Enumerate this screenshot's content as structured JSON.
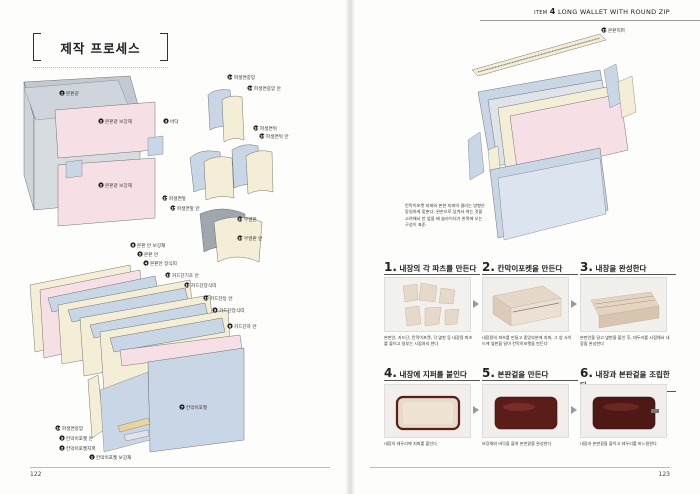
{
  "header": {
    "item_label": "ITEM",
    "item_number": "4",
    "item_title": "LONG WALLET WITH ROUND ZIP"
  },
  "left_page": {
    "title": "제작 프로세스",
    "page_number": "122",
    "diagram1": {
      "labels": [
        "본판겉",
        "본판겉 보강재",
        "바닥",
        "본판겉 보강재"
      ],
      "numbers": [
        "1",
        "2",
        "3",
        "2"
      ]
    },
    "diagram2": {
      "labels": [
        "파생면중앙",
        "파생면중앙 안",
        "파생면앞",
        "파생면앞 안",
        "파생면뒤",
        "파생면뒤 안",
        "무옆판",
        "무옆판 안"
      ],
      "numbers": [
        "14",
        "14",
        "15",
        "15",
        "16",
        "16",
        "10",
        "10"
      ]
    },
    "diagram3": {
      "labels": [
        "본판 안 보강재",
        "본판 안",
        "본판안 장식띠",
        "카드단기초 안",
        "카드단장식띠",
        "카드단등 안",
        "카드단장식띠",
        "카드단하 안",
        "칸막이포켓",
        "파생면중앙",
        "칸막이포켓 안",
        "칸막이포켓지퍼",
        "칸막이포켓 보강재"
      ],
      "numbers": [
        "6",
        "5",
        "4",
        "13",
        "12",
        "11",
        "9",
        "8",
        "7",
        "14",
        "3",
        "2",
        "1"
      ]
    }
  },
  "right_page": {
    "page_number": "123",
    "zip_label": "본판지퍼",
    "zip_number": "17",
    "explosion_caption": "칸막이포켓 지퍼와 본판 지퍼의 결리는 방향은 동일하게 맞춘다. 왼손으로 당겨서 여는 것을 고려해서 만 앞을 배 슬라이더가 왼쪽에 오는 구성이 표준.",
    "steps": [
      {
        "number": "1.",
        "title": "내장의 각 파츠를 만든다",
        "caption": "본판안, 카드단, 칸막이포켓, 각 옆판 등 내장용 파츠를 붙이고 일부는 시접처리 한다"
      },
      {
        "number": "2.",
        "title": "칸막이포켓을 만든다",
        "caption": "내장용의 파츠를 만들고 중앙부분에 지퍼, 그 양 사이드에 옆판을 달아 칸막이포켓을 만든다"
      },
      {
        "number": "3.",
        "title": "내장을 완성한다",
        "caption": "본판안을 달고 옆판을 붙인 후, 테두리를 시접해서 내장을 완성한다"
      },
      {
        "number": "4.",
        "title": "내장에 지퍼를 붙인다",
        "caption": "내장의 테두리에 지퍼를 붙인다"
      },
      {
        "number": "5.",
        "title": "본판겉을 만든다",
        "caption": "보강재와 바닥을 붙여 본판겉을 완성한다"
      },
      {
        "number": "6.",
        "title": "내장과 본판겉을 조립한다",
        "caption": "내장과 본판겉을 붙이고 테두리를 바느질한다"
      }
    ]
  },
  "colors": {
    "pink": "#f6dfe5",
    "blue": "#c9d6e6",
    "cream": "#f5eed6",
    "grey": "#c3c9d0",
    "leather_dark": "#5a1d1a"
  }
}
